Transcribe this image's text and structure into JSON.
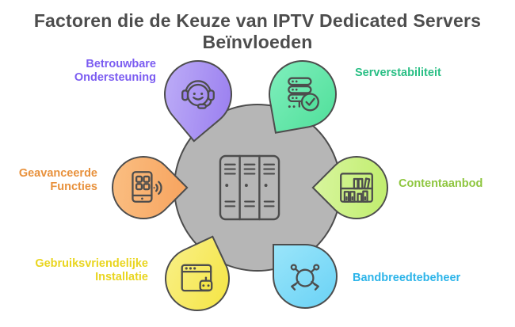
{
  "title": "Factoren die de Keuze van IPTV Dedicated Servers Beïnvloeden",
  "title_color": "#4d4d4d",
  "diagram": {
    "outline_color": "#4d4d4d",
    "center_circle_color": "#b6b6b6",
    "center_icon": "server-rack-icon",
    "factors": [
      {
        "name": "betrouwbare-ondersteuning",
        "label": "Betrouwbare Ondersteuning",
        "lines": [
          "Betrouwbare",
          "Ondersteuning"
        ],
        "text_color": "#7b5cf1",
        "blob_color": "#9b80f0",
        "blob_color_light": "#beaef7",
        "icon": "headset-support-icon",
        "position": "top-left"
      },
      {
        "name": "serverstabiliteit",
        "label": "Serverstabiliteit",
        "lines": [
          "Serverstabiliteit"
        ],
        "text_color": "#2abf85",
        "blob_color": "#55e19e",
        "blob_color_light": "#7deebb",
        "icon": "server-check-icon",
        "position": "top-right"
      },
      {
        "name": "geavanceerde-functies",
        "label": "Geavanceerde Functies",
        "lines": [
          "Geavanceerde",
          "Functies"
        ],
        "text_color": "#e8913c",
        "blob_color": "#f8a763",
        "blob_color_light": "#fac084",
        "icon": "smartphone-apps-icon",
        "position": "left"
      },
      {
        "name": "contentaanbod",
        "label": "Contentaanbod",
        "lines": [
          "Contentaanbod"
        ],
        "text_color": "#8ec63f",
        "blob_color": "#c0ed6d",
        "blob_color_light": "#d6f59a",
        "icon": "bookshelf-icon",
        "position": "right"
      },
      {
        "name": "gebruiksvriendelijke-installatie",
        "label": "Gebruiksvriendelijke Installatie",
        "lines": [
          "Gebruiksvriendelijke",
          "Installatie"
        ],
        "text_color": "#e9d51f",
        "blob_color": "#f5e649",
        "blob_color_light": "#f9ef84",
        "icon": "browser-install-icon",
        "position": "bottom-left"
      },
      {
        "name": "bandbreedtebeheer",
        "label": "Bandbreedtebeheer",
        "lines": [
          "Bandbreedtebeheer"
        ],
        "text_color": "#2cb4e9",
        "blob_color": "#6fd4f6",
        "blob_color_light": "#97e4fa",
        "icon": "network-distribution-icon",
        "position": "bottom-right"
      }
    ]
  }
}
